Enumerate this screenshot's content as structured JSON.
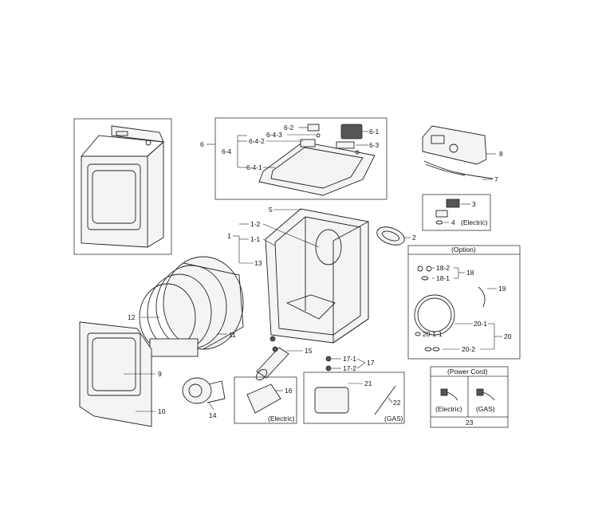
{
  "labels": {
    "p1": "1",
    "p1_1": "1-1",
    "p1_2": "1-2",
    "p2": "2",
    "p3": "3",
    "p4": "4",
    "p5": "5",
    "p6": "6",
    "p6_1": "6-1",
    "p6_2": "6-2",
    "p6_3": "6-3",
    "p6_4": "6-4",
    "p6_4_1": "6-4-1",
    "p6_4_2": "6-4-2",
    "p6_4_3": "6-4-3",
    "p7": "7",
    "p8": "8",
    "p9": "9",
    "p10": "10",
    "p11": "11",
    "p12": "12",
    "p13": "13",
    "p14": "14",
    "p15": "15",
    "p16": "16",
    "p17": "17",
    "p17_1": "17-1",
    "p17_2": "17-2",
    "p18": "18",
    "p18_1": "18-1",
    "p18_2": "18-2",
    "p19": "19",
    "p20": "20",
    "p20_1": "20-1",
    "p20_1_1": "20-1-1",
    "p20_2": "20-2",
    "p21": "21",
    "p22": "22",
    "p23": "23"
  },
  "boxes": {
    "electric_heater_note": "(Electric)",
    "heater_box_note": "(Electric)",
    "gas_note": "(GAS)",
    "option_title": "(Option)",
    "power_cord_title": "(Power Cord)",
    "power_cord_electric": "(Electric)",
    "power_cord_gas": "(GAS)"
  }
}
